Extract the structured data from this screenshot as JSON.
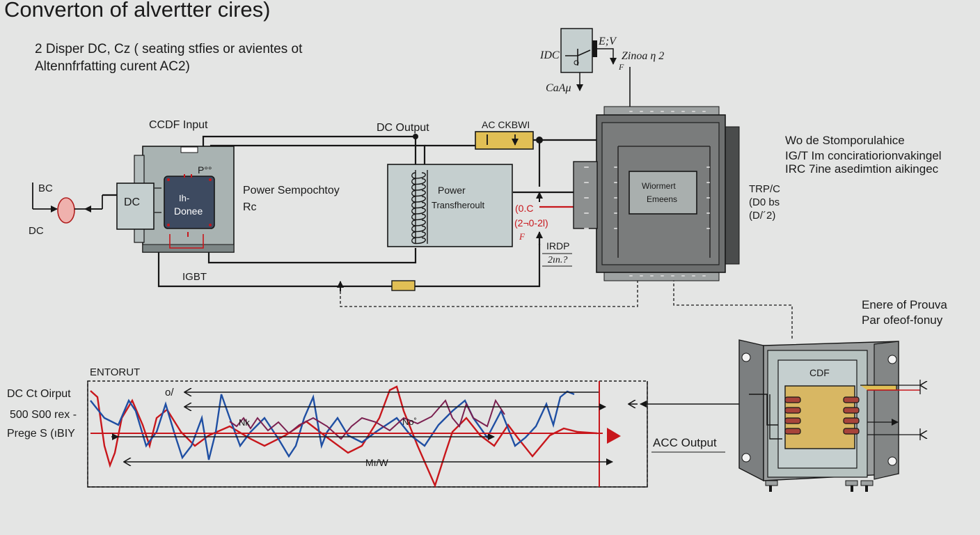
{
  "title": "Converton of alvertter cires)",
  "subtitle": {
    "line1": "2 Disper DC, Cz ( seating stfies or avientes ot",
    "line2": "Altennfrfatting curent AC2)"
  },
  "top_right": {
    "dc_label": "IDC",
    "ev_label": "E;V",
    "zinos_label": "Zinoa η 2",
    "f_label": "F",
    "caau_label": "CaAμ"
  },
  "left_block": {
    "input_label": "CCDF Input",
    "bc_label": "BC",
    "dc_label": "DC",
    "dc_box_label": "DC",
    "module_line1": "Ih-",
    "module_line2": "Donee",
    "p_label": "P°°",
    "power_semi_label": "Power Sempochtoy",
    "rc_label": "Rc",
    "igbt_label": "IGBT"
  },
  "middle_block": {
    "dc_output_label": "DC Output",
    "ac_cap_label": "AC CKBWI",
    "transformer_line1": "Power",
    "transformer_line2": "Transfheroult",
    "red_line1": "(0.C",
    "red_line2": "(2¬0-2l)",
    "red_line3": "F",
    "irdp_label": "IRDP",
    "zn_label": "2ın.?"
  },
  "inverter": {
    "window_line1": "Wiormert",
    "window_line2": "Emeens"
  },
  "right_notes": {
    "line1": "Wo de Stomporulahice",
    "line2": "IG/T Im conciratiorionvakingel",
    "line3": "IRC 7ine asedimtion aikingec",
    "trp_line1": "TRP/C",
    "trp_line2": "(D0 bs",
    "trp_line3": "(D/´2)",
    "energy_line1": "Enere of Prouva",
    "energy_line2": "Par ofeof-fonuy"
  },
  "output_transformer": {
    "cdf_label": "CDF",
    "acc_output_label": "ACC Output"
  },
  "waveform_panel": {
    "panel_label": "ENTORUT",
    "left_line1": "DC Ct Oirput",
    "left_line2": "500 S00 rex -",
    "left_line3": "Prege S (ıBIY",
    "o_label": "o/",
    "n_label_1": "Nk",
    "n_label_2": "No˚",
    "mw_label": "Mı/W"
  },
  "colors": {
    "background": "#e4e5e4",
    "wire": "#161616",
    "red_wire": "#c8171c",
    "blue_wave": "#1f4fa3",
    "purple_wave": "#7b2050",
    "box_fill": "#c5cfcf",
    "inverter_fill": "#6d6f6f",
    "coil_gold": "#d8b763",
    "capacitor_fill": "#e1bf55"
  }
}
